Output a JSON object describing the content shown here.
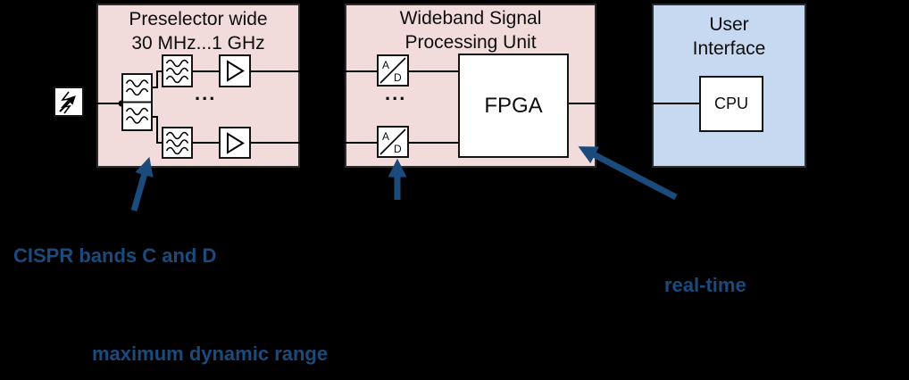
{
  "diagram": {
    "preselector": {
      "title_line1": "Preselector wide",
      "title_line2": "30 MHz...1 GHz",
      "ellipsis": "..."
    },
    "wideband": {
      "title_line1": "Wideband Signal",
      "title_line2": "Processing Unit",
      "ellipsis": "...",
      "fpga_label": "FPGA",
      "adc_a": "A",
      "adc_d": "D"
    },
    "user_interface": {
      "title_line1": "User",
      "title_line2": "Interface",
      "cpu_label": "CPU"
    }
  },
  "annotations": {
    "cispr": "CISPR bands C and D",
    "dynamic_range": "maximum dynamic range",
    "realtime": "real-time"
  },
  "colors": {
    "background": "#000000",
    "preselector_fill": "#f2dcdb",
    "wideband_fill": "#f2dcdb",
    "user_interface_fill": "#c6d9f0",
    "subblock_fill": "#ffffff",
    "line_color": "#000000",
    "annotation_blue": "#1b4a7d"
  }
}
